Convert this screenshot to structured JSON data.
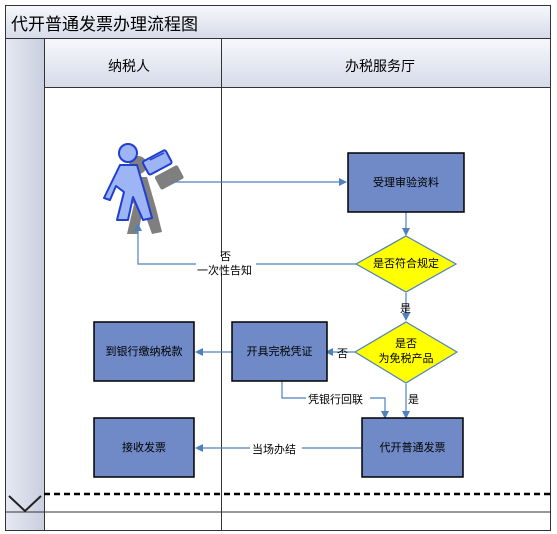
{
  "title": "代开普通发票办理流程图",
  "lanes": {
    "taxpayer": "纳税人",
    "hall": "办税服务厅"
  },
  "boxes": {
    "accept": "受理审验资料",
    "issue_invoice": "代开普通发票",
    "issue_voucher": "开具完税凭证",
    "pay_bank": "到银行缴纳税款",
    "receive": "接收发票"
  },
  "decisions": {
    "comply": "是否符合规定",
    "exempt_line1": "是否",
    "exempt_line2": "为免税产品"
  },
  "edge_labels": {
    "no_top": "否",
    "inform": "一次性告知",
    "yes1": "是",
    "no2": "否",
    "yes2": "是",
    "bank_receipt": "凭银行回联",
    "on_site": "当场办结"
  },
  "icons": {
    "person": "person-with-document-icon",
    "collapse": "chevron-down-icon"
  }
}
